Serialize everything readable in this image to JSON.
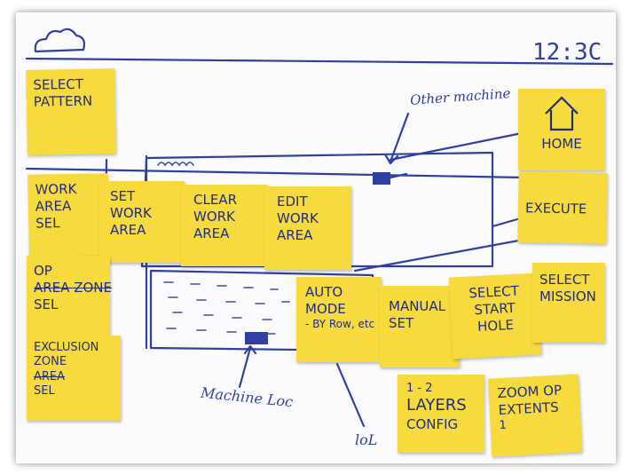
{
  "header": {
    "clock": "12:3C"
  },
  "annotations": {
    "other_machine": "Other machine",
    "machine_loc": "Machine Loc",
    "bottom_mark": "loL"
  },
  "notes": {
    "select_pattern": [
      "SELECT",
      "PATTERN"
    ],
    "home": "HOME",
    "execute": "EXECUTE",
    "work_area_sel": [
      "WORK",
      "AREA",
      "SEL"
    ],
    "set_work_area": [
      "SET",
      "WORK",
      "AREA"
    ],
    "clear_work_area": [
      "CLEAR",
      "WORK",
      "AREA"
    ],
    "edit_work_area": [
      "EDIT",
      "WORK",
      "AREA"
    ],
    "op_zone_sel": [
      "OP",
      "AREA ZONE",
      "SEL"
    ],
    "exclusion_zone_sel": [
      "EXCLUSION",
      "ZONE",
      "AREA",
      "SEL"
    ],
    "auto_mode": [
      "AUTO",
      "MODE",
      "- BY Row, etc"
    ],
    "manual_set": [
      "MANUAL",
      "SET"
    ],
    "select_start_hole": [
      "SELECT",
      "START",
      "HOLE"
    ],
    "select_mission": [
      "SELECT",
      "MISSION"
    ],
    "layers_config": [
      "1 - 2",
      "LAYERS",
      "CONFIG"
    ],
    "zoom_op_extents": [
      "ZOOM OP",
      "EXTENTS",
      "1"
    ]
  }
}
